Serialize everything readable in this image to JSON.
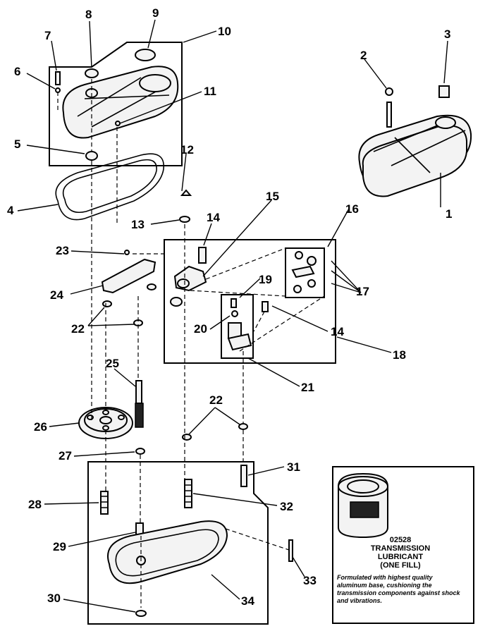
{
  "callouts": {
    "c1": "1",
    "c2": "2",
    "c3": "3",
    "c4": "4",
    "c5": "5",
    "c6": "6",
    "c7": "7",
    "c8": "8",
    "c9": "9",
    "c10": "10",
    "c11": "11",
    "c12": "12",
    "c13": "13",
    "c14a": "14",
    "c14b": "14",
    "c15": "15",
    "c16": "16",
    "c17": "17",
    "c18": "18",
    "c19": "19",
    "c20": "20",
    "c21": "21",
    "c22a": "22",
    "c22b": "22",
    "c23": "23",
    "c24": "24",
    "c25": "25",
    "c26": "26",
    "c27": "27",
    "c28": "28",
    "c29": "29",
    "c30": "30",
    "c31": "31",
    "c32": "32",
    "c33": "33",
    "c34": "34"
  },
  "lubricant": {
    "part_number": "02528",
    "title_line1": "TRANSMISSION",
    "title_line2": "LUBRICANT",
    "title_line3": "(ONE FILL)",
    "description": "Formulated with highest quality aluminum base, cushioning the transmission components against shock and vibrations."
  }
}
